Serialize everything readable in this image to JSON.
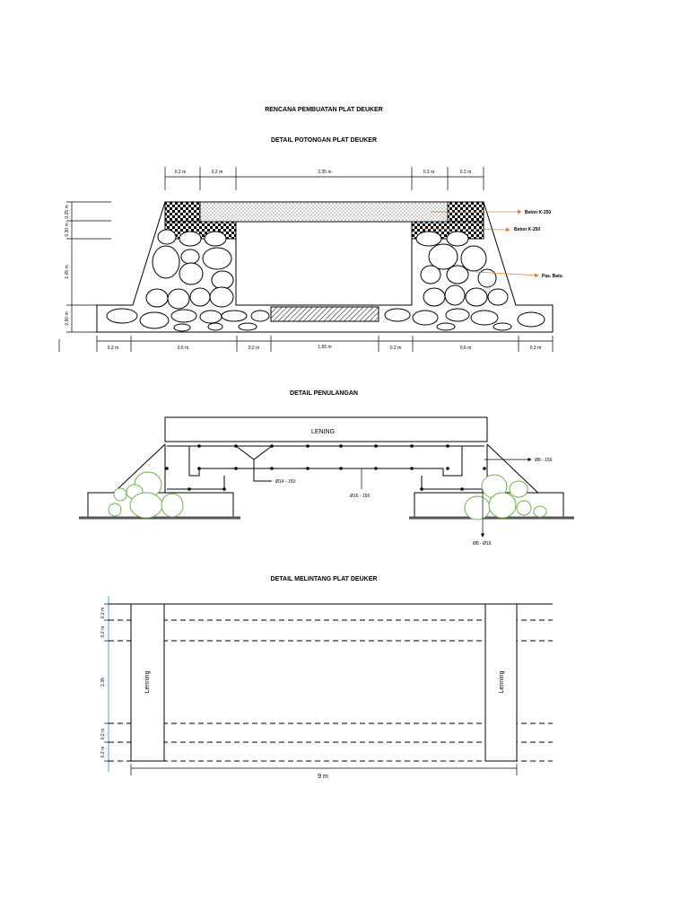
{
  "titles": {
    "main": "RENCANA PEMBUATAN PLAT DEUKER",
    "section1": "DETAIL POTONGAN PLAT DEUKER",
    "section2": "DETAIL PENULANGAN",
    "section3": "DETAIL MELINTANG PLAT DEUKER"
  },
  "potongan": {
    "top_dims": [
      "0.2 m",
      "0.2 m",
      "2.35 m",
      "0.2 m",
      "0.2 m"
    ],
    "left_dims": [
      "0.25 m",
      "0.30 m",
      "1.05 m",
      "0.60 m"
    ],
    "bottom_dims": [
      "0.2 m",
      "0.6 m",
      "0.2 m",
      "1.55 m",
      "0.2 m",
      "0.6 m",
      "0.2 m"
    ],
    "labels": [
      "Beton K-250",
      "Beton K-250",
      "Pas. Batu"
    ],
    "arrow_color": "#e87a2c"
  },
  "penulangan": {
    "lening": "LENING",
    "labels": [
      "Ø14 - 150",
      "Ø16 - 150",
      "Ø8 - 150",
      "Ø8 - Ø16"
    ],
    "stone_color": "#6fb04a"
  },
  "melintang": {
    "left_dims": [
      "0.2 m",
      "0.2 m",
      "2.35",
      "0.2 m",
      "0.2 m"
    ],
    "bottom_dim": "9 m",
    "lening_left": "Lenning",
    "lening_right": "Lenning",
    "axis_color": "#4aa3d8"
  }
}
